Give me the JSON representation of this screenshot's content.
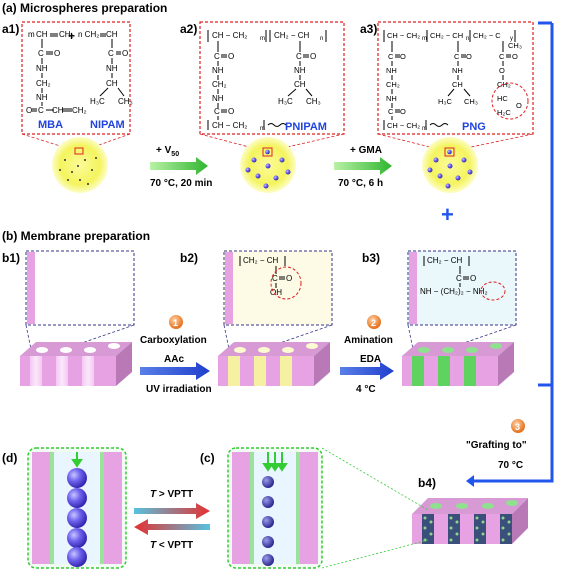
{
  "sections": {
    "a_title": "(a) Microspheres preparation",
    "b_title": "(b) Membrane preparation"
  },
  "panels": {
    "a1": "a1)",
    "a2": "a2)",
    "a3": "a3)",
    "b1": "b1)",
    "b2": "b2)",
    "b3": "b3)",
    "b4": "b4)",
    "c": "(c)",
    "d": "(d)"
  },
  "labels": {
    "mba": "MBA",
    "nipam": "NIPAM",
    "pnipam": "PNIPAM",
    "png": "PNG",
    "plus": "+"
  },
  "steps": {
    "a_step1_top": "+ V",
    "a_step1_sub": "50",
    "a_step1_bottom": "70 °C, 20 min",
    "a_step2_top": "+ GMA",
    "a_step2_bottom": "70 °C, 6 h",
    "step1_num": "1",
    "step1_name": "Carboxylation",
    "step1_reagent": "AAc",
    "step1_cond": "UV irradiation",
    "step2_num": "2",
    "step2_name": "Amination",
    "step2_reagent": "EDA",
    "step2_cond": "4 °C",
    "step3_num": "3",
    "step3_name": "\"Grafting to\"",
    "step3_cond": "70 °C"
  },
  "switch": {
    "upper_T": "T",
    "upper_rest": " > VPTT",
    "lower_T": "T",
    "lower_rest": " < VPTT"
  },
  "chem": {
    "a1_top_left": "CH",
    "a1_top_left_2": "CH",
    "a1_m": "m",
    "a1_n": "n",
    "b2_chain": "CH",
    "b2_cooh": "OH",
    "b3_nh": "NH",
    "b3_nh2": "NH",
    "gt_sign": "T"
  },
  "colors": {
    "title_black": "#000000",
    "label_blue": "#2244dd",
    "red_dash": "#dd2222",
    "navy_dash": "#333388",
    "green_dash": "#33cc33",
    "pink": "#e6a2e3",
    "bracket_blue": "#2255ee"
  }
}
